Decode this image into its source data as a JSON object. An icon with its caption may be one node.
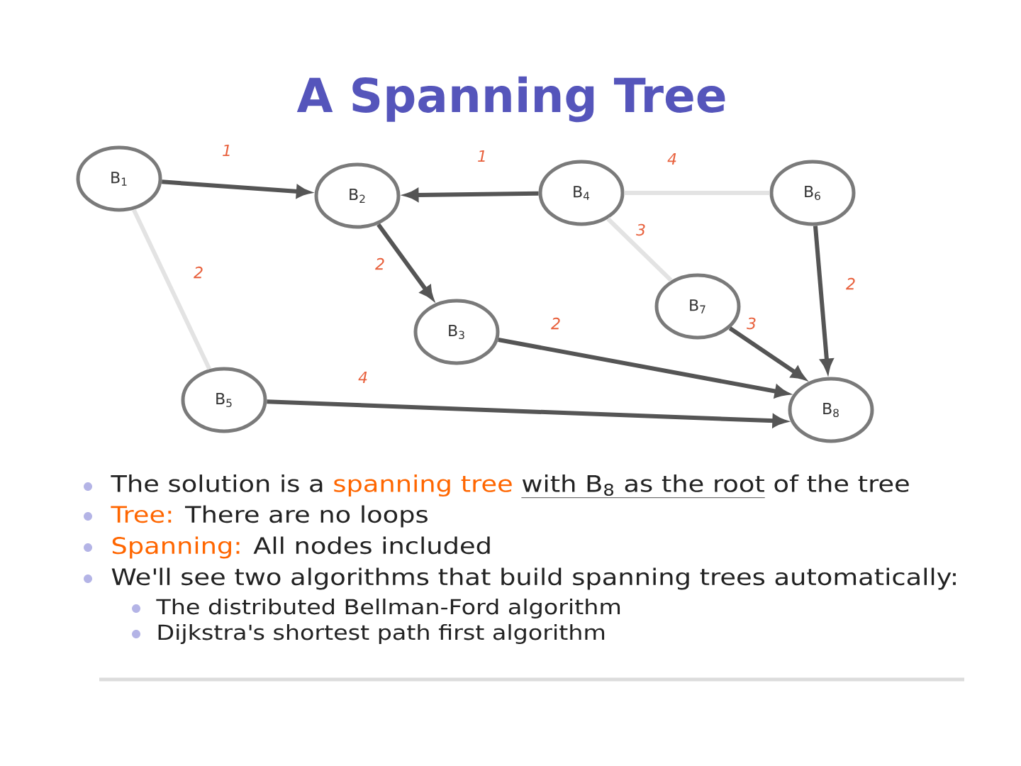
{
  "diagram": {
    "title": "A Spanning Tree",
    "nodes": [
      {
        "text": [
          "B$_{1}$"
        ]
      },
      {
        "text": [
          "B$_{2}$"
        ]
      },
      {
        "text": [
          "B$_{4}$"
        ]
      },
      {
        "text": [
          "B$_{6}$"
        ]
      },
      {
        "text": [
          "B$_{3}$"
        ]
      },
      {
        "text": [
          "B$_{7}$"
        ]
      },
      {
        "text": [
          "B$_{5}$"
        ]
      },
      {
        "text": [
          "B$_{8}$"
        ]
      }
    ],
    "edges": [
      {
        "from": 0,
        "to": 1,
        "arrow": "to",
        "label": "1"
      },
      {
        "from": 2,
        "to": 1,
        "arrow": "to",
        "label": "1"
      },
      {
        "from": 2,
        "to": 3,
        "arrow": "none",
        "label": "4",
        "color": "#e3e3e3"
      },
      {
        "from": 2,
        "to": 5,
        "arrow": "none",
        "label": "3",
        "color": "#e3e3e3"
      },
      {
        "from": 0,
        "to": 6,
        "arrow": "none",
        "label": "2",
        "color": "#e3e3e3"
      },
      {
        "from": 1,
        "to": 4,
        "arrow": "to",
        "label": "2"
      },
      {
        "from": 4,
        "to": 7,
        "arrow": "to",
        "label": "2"
      },
      {
        "from": 5,
        "to": 7,
        "arrow": "to",
        "label": "3"
      },
      {
        "from": 3,
        "to": 7,
        "arrow": "to",
        "label": "2"
      },
      {
        "from": 6,
        "to": 7,
        "arrow": "to",
        "label": "4"
      }
    ],
    "labels": [
      "The solution is a",
      "spanning tree",
      "with B$_{8}$ as the root",
      "of the tree",
      "Tree:",
      "There are no loops",
      "Spanning:",
      "All nodes included",
      "We'll see two algorithms that build spanning trees automatically:",
      "The distributed Bellman-Ford algorithm",
      "Dijkstra's shortest path first algorithm"
    ]
  }
}
